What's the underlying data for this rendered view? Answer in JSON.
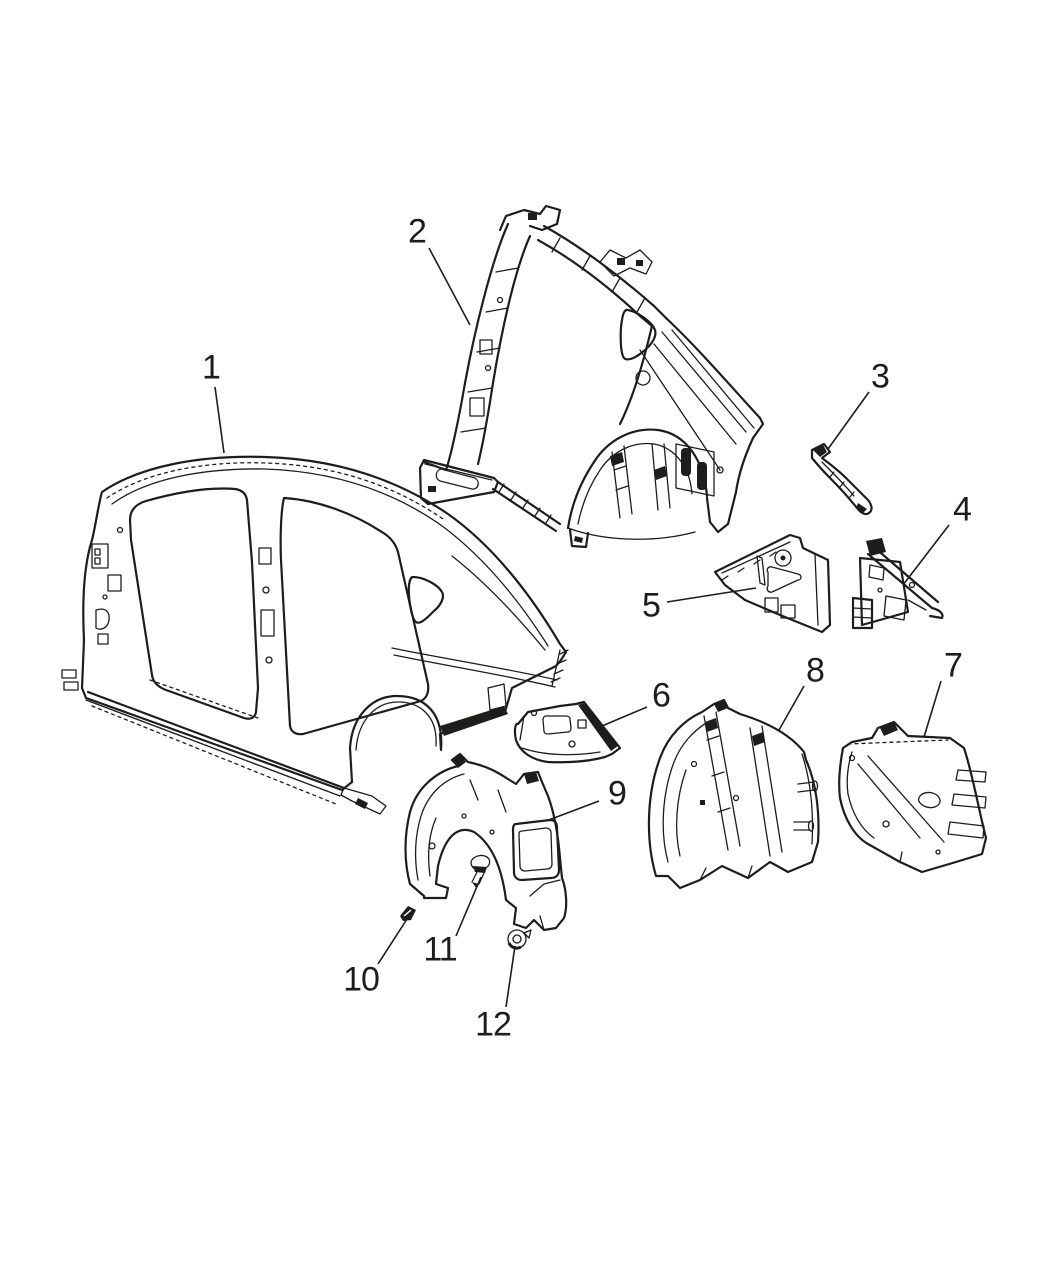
{
  "figure": {
    "background_color": "#ffffff",
    "line_color": "#1d1d1b"
  },
  "callouts": [
    {
      "number": "1"
    },
    {
      "number": "2"
    },
    {
      "number": "3"
    },
    {
      "number": "4"
    },
    {
      "number": "5"
    },
    {
      "number": "6"
    },
    {
      "number": "7"
    },
    {
      "number": "8"
    },
    {
      "number": "9"
    },
    {
      "number": "10"
    },
    {
      "number": "11"
    },
    {
      "number": "12"
    }
  ]
}
